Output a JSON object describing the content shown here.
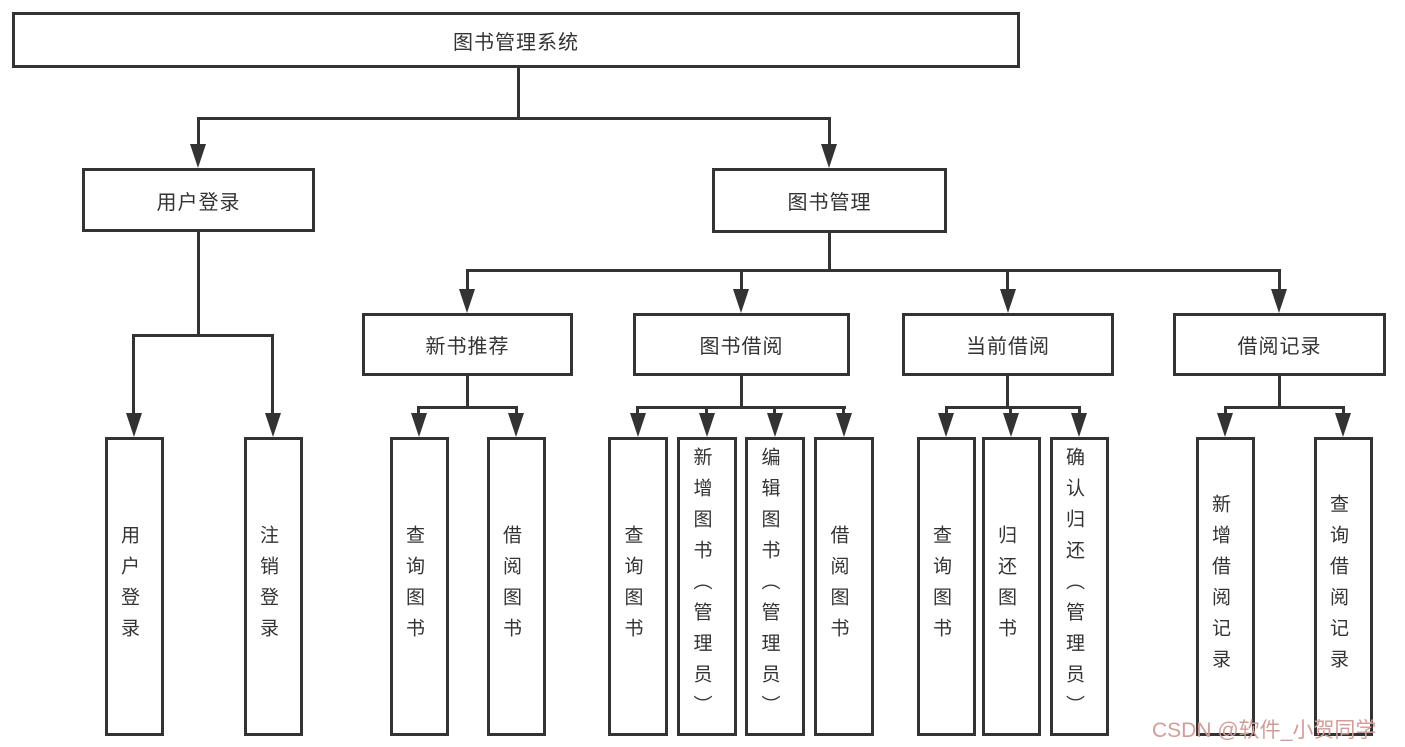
{
  "colors": {
    "line": "#333333",
    "text": "#333333",
    "watermark": "#d29d97",
    "background": "#ffffff"
  },
  "root": {
    "label": "图书管理系统"
  },
  "level2": {
    "user_login": {
      "label": "用户登录"
    },
    "book_mgmt": {
      "label": "图书管理"
    }
  },
  "level3": {
    "new_book": {
      "label": "新书推荐"
    },
    "borrow": {
      "label": "图书借阅"
    },
    "current": {
      "label": "当前借阅"
    },
    "records": {
      "label": "借阅记录"
    }
  },
  "leaves": {
    "user_login": [
      "用户登录",
      "注销登录"
    ],
    "new_book": [
      "查询图书",
      "借阅图书"
    ],
    "borrow": [
      "查询图书",
      "新增图书（管理员）",
      "编辑图书（管理员）",
      "借阅图书"
    ],
    "current": [
      "查询图书",
      "归还图书",
      "确认归还（管理员）"
    ],
    "records": [
      "新增借阅记录",
      "查询借阅记录"
    ]
  },
  "watermark": {
    "text": "CSDN @软件_小贺同学"
  }
}
